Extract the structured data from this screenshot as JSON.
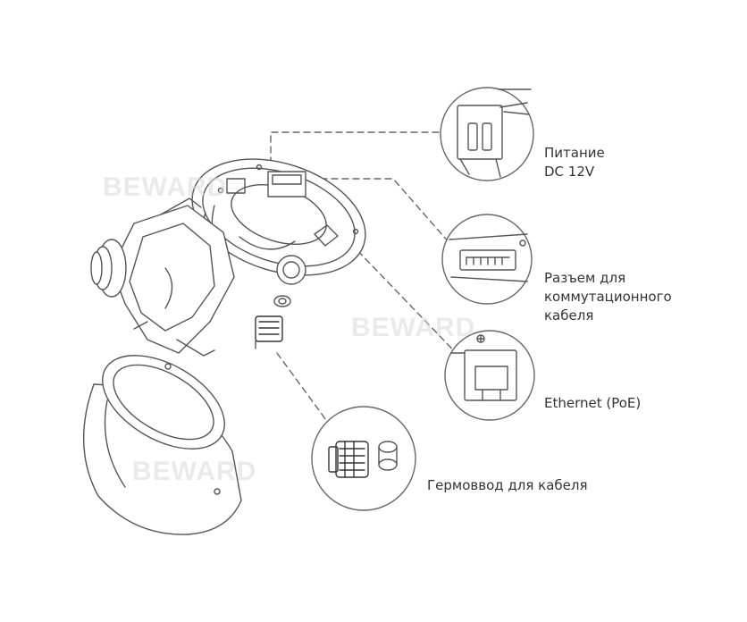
{
  "callouts": {
    "power": {
      "line1": "Питание",
      "line2": "DC 12V"
    },
    "comm": {
      "line1": "Разъем для",
      "line2": "коммутационного",
      "line3": "кабеля"
    },
    "ethernet": {
      "line1": "Ethernet (PoE)"
    },
    "gland": {
      "line1": "Гермоввод для кабеля"
    }
  },
  "watermark": {
    "text": "BEWARD"
  },
  "colors": {
    "line": "#555555",
    "text": "#333333",
    "watermark": "#d9d9d9"
  }
}
